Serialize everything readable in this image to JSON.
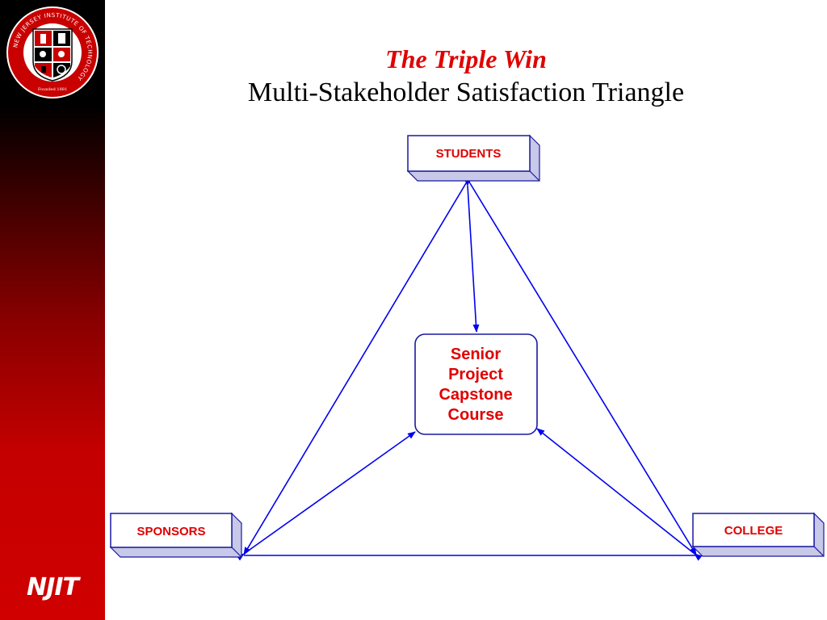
{
  "slide": {
    "title": "The Triple Win",
    "subtitle": "Multi-Stakeholder Satisfaction Triangle"
  },
  "branding": {
    "logo_ring_text": "NEW JERSEY INSTITUTE OF TECHNOLOGY",
    "logo_founded_text": "Founded 1881",
    "mark": "NJIT"
  },
  "diagram": {
    "nodes": {
      "students": "STUDENTS",
      "sponsors": "SPONSORS",
      "college": "COLLEGE",
      "center_lines": [
        "Senior",
        "Project",
        "Capstone",
        "Course"
      ]
    }
  },
  "colors": {
    "accent_red": "#e00000",
    "connector_blue": "#0000ee",
    "box_border": "#1a1aa0",
    "sidebar_dark": "#000000",
    "sidebar_red": "#d00000"
  },
  "icons": [
    "njit-seal-icon"
  ]
}
